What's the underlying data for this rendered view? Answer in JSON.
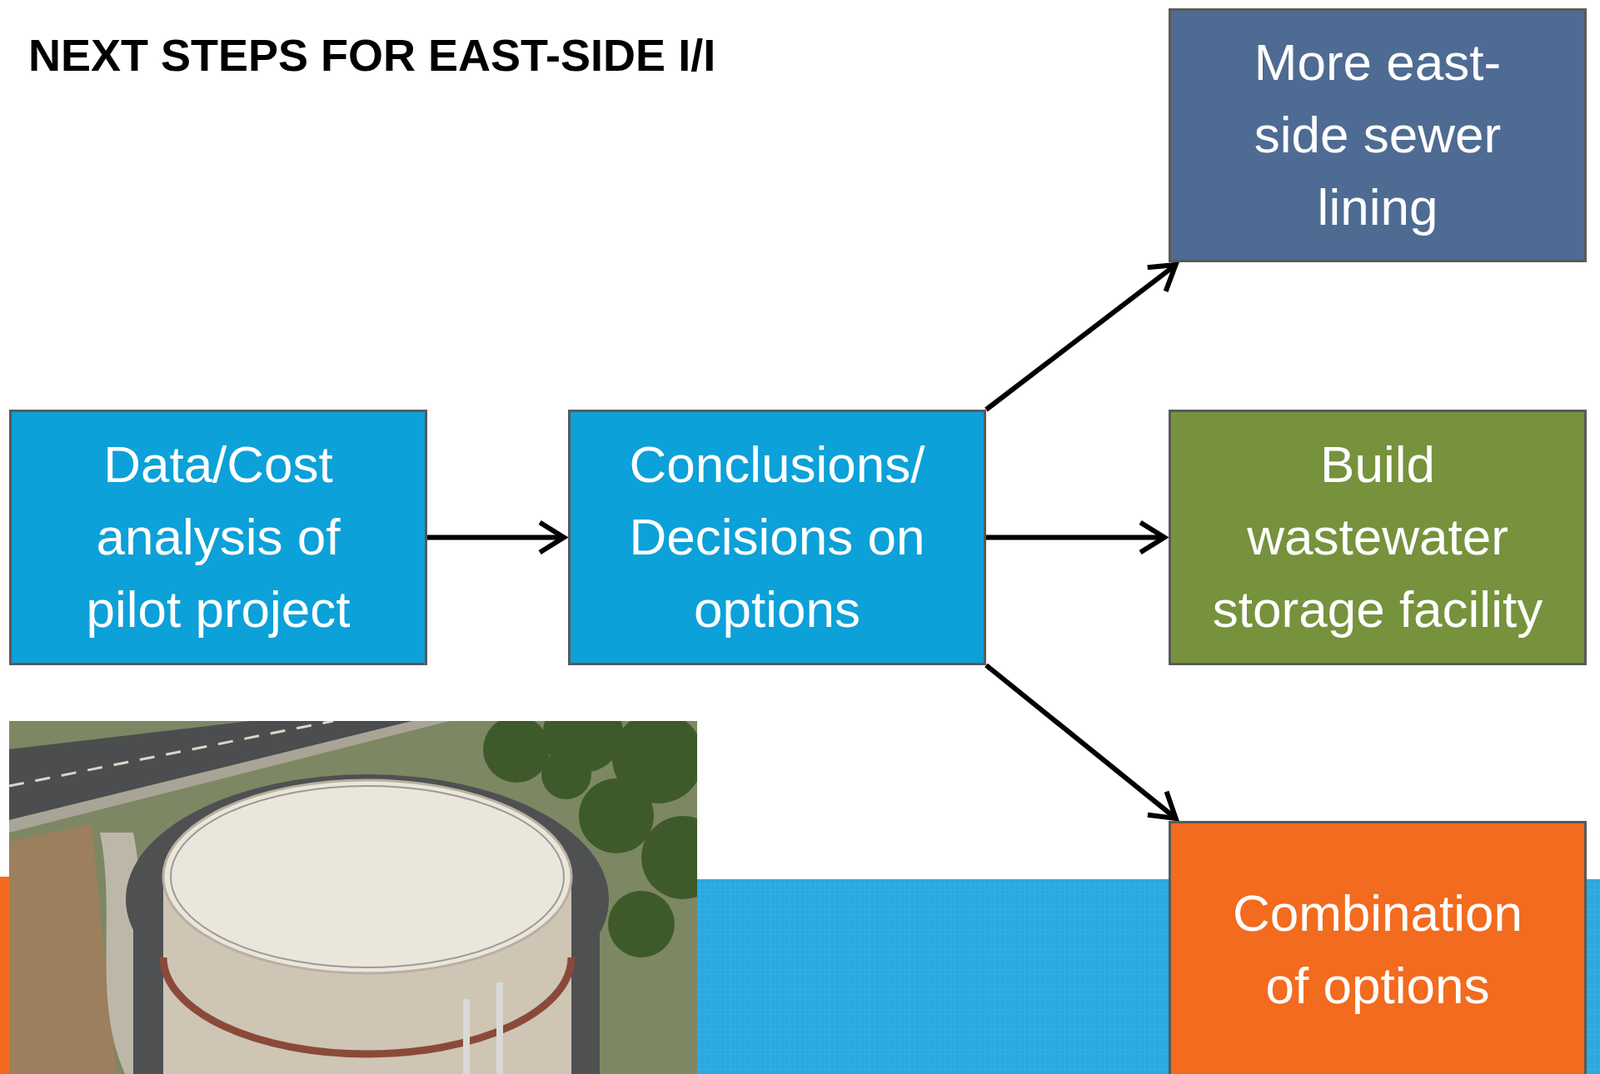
{
  "diagram": {
    "title": "NEXT STEPS FOR EAST-SIDE I/I",
    "nodes": [
      {
        "text": [
          "Data/Cost analysis of pilot project"
        ]
      },
      {
        "text": [
          "Conclusions/ Decisions on options"
        ]
      },
      {
        "text": [
          "More east-side sewer lining"
        ]
      },
      {
        "text": [
          "Build wastewater storage facility"
        ]
      },
      {
        "text": [
          "Combination of options"
        ]
      }
    ],
    "edges": [
      {
        "from": 0,
        "to": 1,
        "arrow": "to"
      },
      {
        "from": 1,
        "to": 2,
        "arrow": "to"
      },
      {
        "from": 1,
        "to": 3,
        "arrow": "to"
      },
      {
        "from": 1,
        "to": 4,
        "arrow": "to"
      }
    ]
  }
}
